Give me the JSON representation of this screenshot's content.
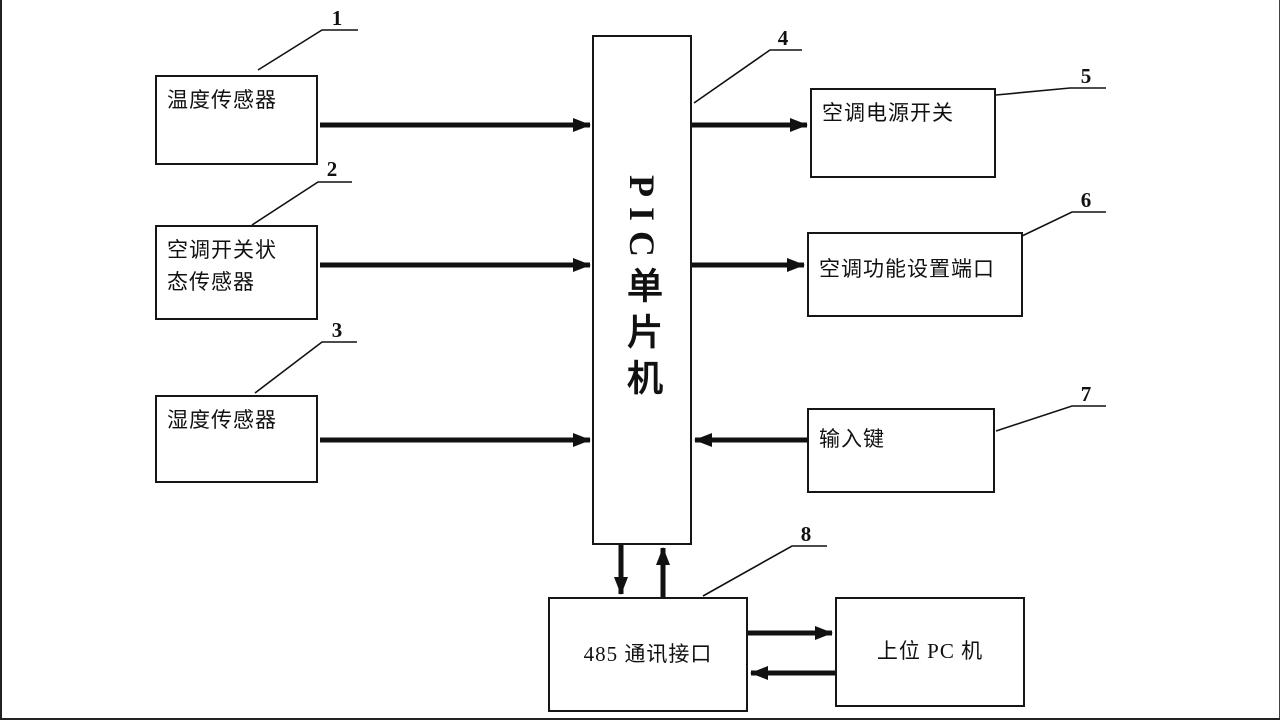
{
  "diagram": {
    "blocks": {
      "temp_sensor": {
        "ref": "1",
        "label": "温度传感器"
      },
      "ac_switch_status_sensor": {
        "ref": "2",
        "label": "空调开关状态传感器"
      },
      "humidity_sensor": {
        "ref": "3",
        "label": "湿度传感器"
      },
      "pic_mcu": {
        "ref": "4",
        "label": "PIC单片机"
      },
      "ac_power_switch": {
        "ref": "5",
        "label": "空调电源开关"
      },
      "ac_function_port": {
        "ref": "6",
        "label": "空调功能设置端口"
      },
      "input_keys": {
        "ref": "7",
        "label": "输入键"
      },
      "comm_485_interface": {
        "ref": "8",
        "label": "485 通讯接口"
      },
      "host_pc": {
        "label": "上位 PC 机"
      }
    },
    "ink_color": "#111111"
  }
}
